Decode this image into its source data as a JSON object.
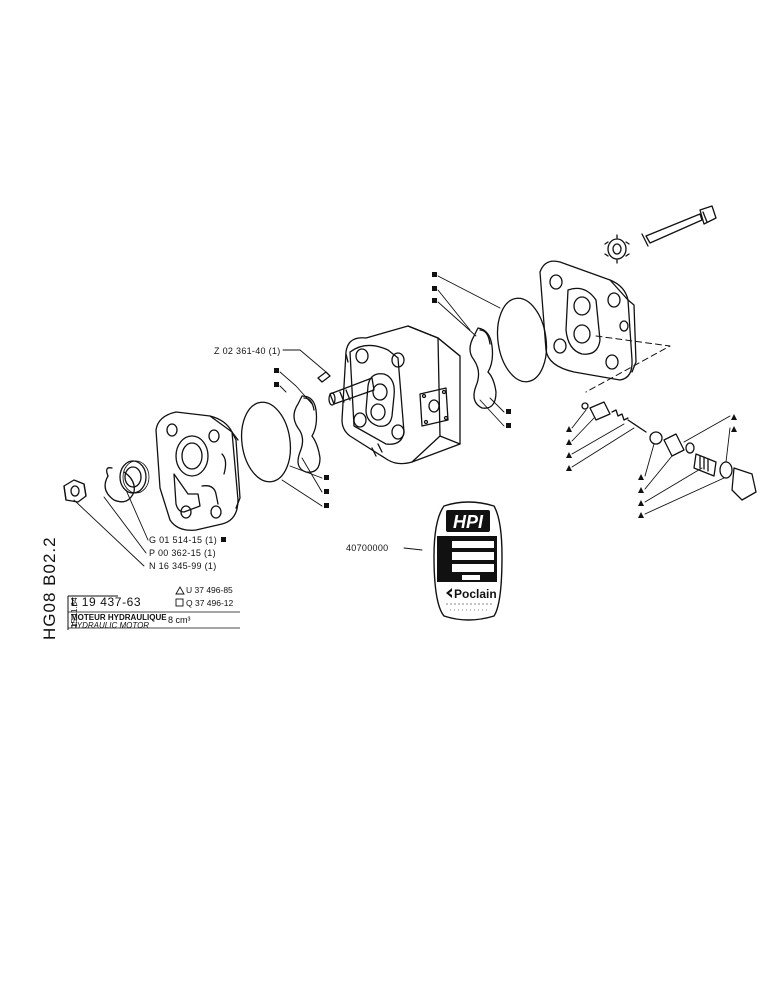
{
  "title_block": {
    "sheet_code": "HG08 B02.2",
    "sheet_code_a": "HG08",
    "sheet_code_b": "B02.2",
    "date": "15.11.84",
    "drawing_number": "L 19 437-63",
    "variant_triangle": "U 37 496-85",
    "variant_square": "Q 37 496-12",
    "title_fr": "MOTEUR HYDRAULIQUE",
    "title_en": "HYDRAULIC MOTOR",
    "displacement": "8 cm³"
  },
  "part_refs": {
    "key": "Z 02 361-40 (1)",
    "ring": "G 01 514-15 (1)",
    "washer": "P 00 362-15 (1)",
    "nut": "N 16 345-99 (1)",
    "nameplate": "40700000"
  },
  "nameplate": {
    "logo": "HPI",
    "brand": "Poclain"
  },
  "marker_symbols": {
    "square": "square-marker",
    "triangle": "triangle-marker",
    "triangle_outline": "triangle-outline-icon",
    "square_outline": "square-outline-icon"
  }
}
